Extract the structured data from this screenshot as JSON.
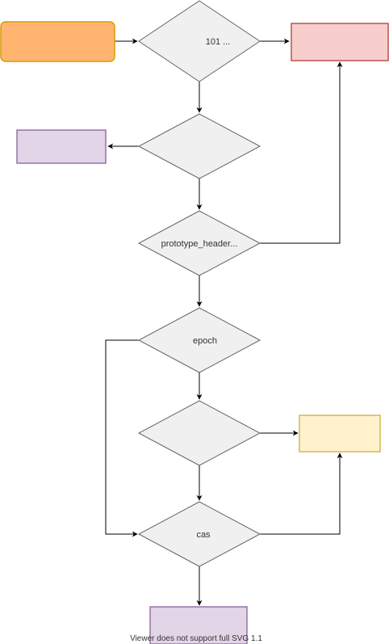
{
  "diagram": {
    "nodes": {
      "decision_1": {
        "label": "101 ..."
      },
      "decision_2": {
        "label": ""
      },
      "decision_3": {
        "label": "prototype_header..."
      },
      "decision_4": {
        "label": "epoch"
      },
      "decision_5": {
        "label": ""
      },
      "decision_6": {
        "label": "cas"
      }
    },
    "footer": "Viewer does not support full SVG 1.1"
  },
  "colors": {
    "diamond_fill": "#f0f0f0",
    "diamond_stroke": "#666666",
    "orange_fill": "#ffb570",
    "orange_stroke": "#d79b00",
    "red_fill": "#f8cecc",
    "red_stroke": "#b85450",
    "purple_fill": "#e1d5e7",
    "purple_stroke": "#9673a6",
    "yellow_fill": "#fff2cc",
    "yellow_stroke": "#d6b656",
    "edge": "#000000"
  }
}
